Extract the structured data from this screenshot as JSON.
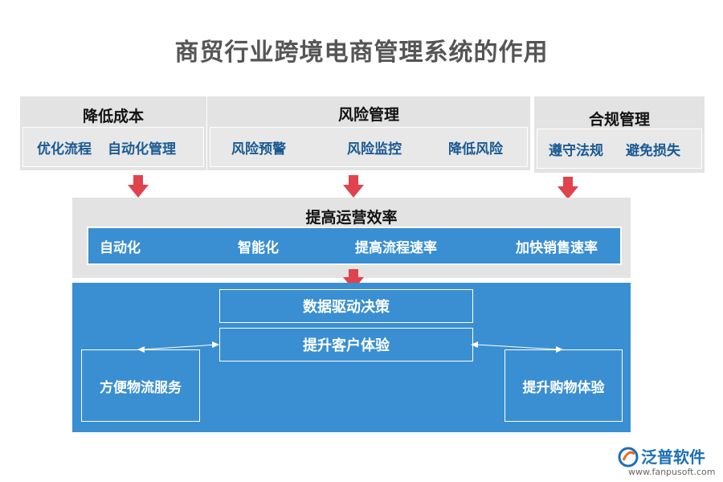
{
  "title": "商贸行业跨境电商管理系统的作用",
  "groups": [
    {
      "heading": "降低成本",
      "items": [
        "优化流程",
        "自动化管理"
      ]
    },
    {
      "heading": "风险管理",
      "items": [
        "风险预警",
        "风险监控",
        "降低风险"
      ]
    },
    {
      "heading": "合规管理",
      "items": [
        "遵守法规",
        "避免损失"
      ]
    }
  ],
  "efficiency": {
    "heading": "提高运营效率",
    "items": [
      "自动化",
      "智能化",
      "提高流程速率",
      "加快销售速率"
    ]
  },
  "bottom": {
    "data_driven": "数据驱动决策",
    "customer_experience": "提升客户体验",
    "logistics": "方便物流服务",
    "shopping": "提升购物体验"
  },
  "logo": {
    "name": "泛普软件",
    "url": "www.fanpusoft.com"
  },
  "colors": {
    "blue": "#3a8fd2",
    "arrow": "#e0424e",
    "gray": "#e3e3e3",
    "dark_text": "#1a5a93"
  }
}
